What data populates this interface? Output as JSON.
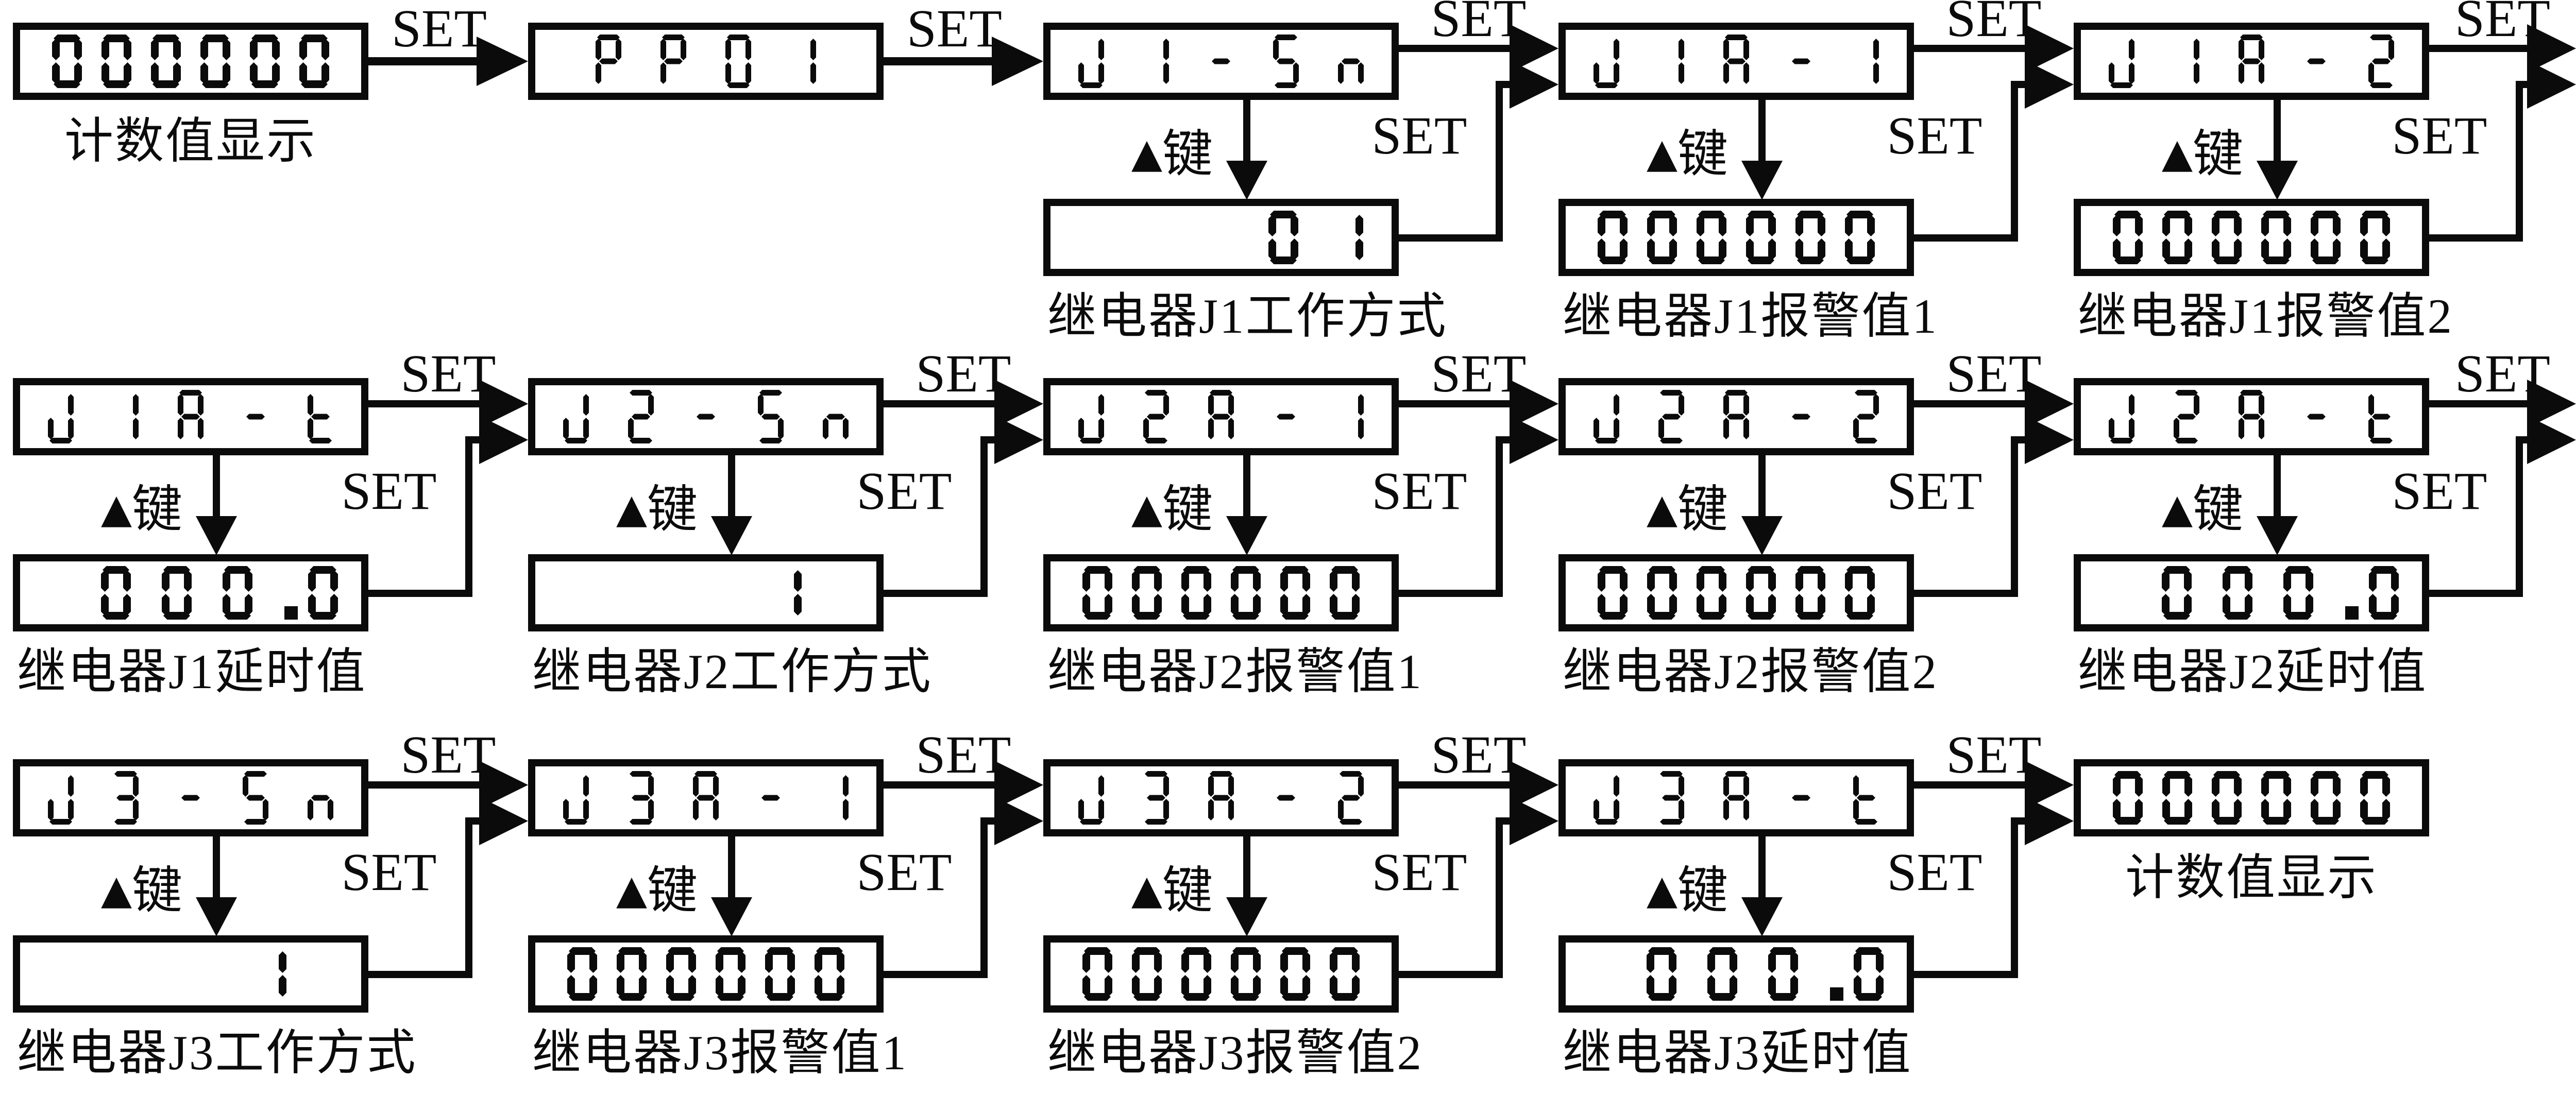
{
  "colors": {
    "ink": "#0b0b0b",
    "paper": "#ffffff"
  },
  "diagram": {
    "set_key": "SET",
    "up_key_triangle": "▲",
    "up_key_text": "键",
    "rows": [
      {
        "units": [
          {
            "kind": "counter",
            "display": "000000",
            "caption": "计数值显示"
          },
          {
            "kind": "plain",
            "display": "PP01"
          },
          {
            "kind": "menu",
            "display": "J1-5n",
            "value": "01",
            "caption": "继电器J1工作方式"
          },
          {
            "kind": "menu",
            "display": "J1A-1",
            "value": "000000",
            "caption": "继电器J1报警值1"
          },
          {
            "kind": "menu",
            "display": "J1A-2",
            "value": "000000",
            "caption": "继电器J1报警值2"
          }
        ]
      },
      {
        "units": [
          {
            "kind": "menu",
            "display": "J1A-t",
            "value": "000.0",
            "caption": "继电器J1延时值"
          },
          {
            "kind": "menu",
            "display": "J2-5n",
            "value": "1",
            "caption": "继电器J2工作方式"
          },
          {
            "kind": "menu",
            "display": "J2A-1",
            "value": "000000",
            "caption": "继电器J2报警值1"
          },
          {
            "kind": "menu",
            "display": "J2A-2",
            "value": "000000",
            "caption": "继电器J2报警值2"
          },
          {
            "kind": "menu",
            "display": "J2A-t",
            "value": "000.0",
            "caption": "继电器J2延时值"
          }
        ]
      },
      {
        "units": [
          {
            "kind": "menu",
            "display": "J3-5n",
            "value": "1",
            "caption": "继电器J3工作方式"
          },
          {
            "kind": "menu",
            "display": "J3A-1",
            "value": "000000",
            "caption": "继电器J3报警值1"
          },
          {
            "kind": "menu",
            "display": "J3A-2",
            "value": "000000",
            "caption": "继电器J3报警值2"
          },
          {
            "kind": "menu",
            "display": "J3A-t",
            "value": "000.0",
            "caption": "继电器J3延时值"
          },
          {
            "kind": "counter",
            "display": "000000",
            "caption": "计数值显示"
          }
        ]
      }
    ]
  }
}
